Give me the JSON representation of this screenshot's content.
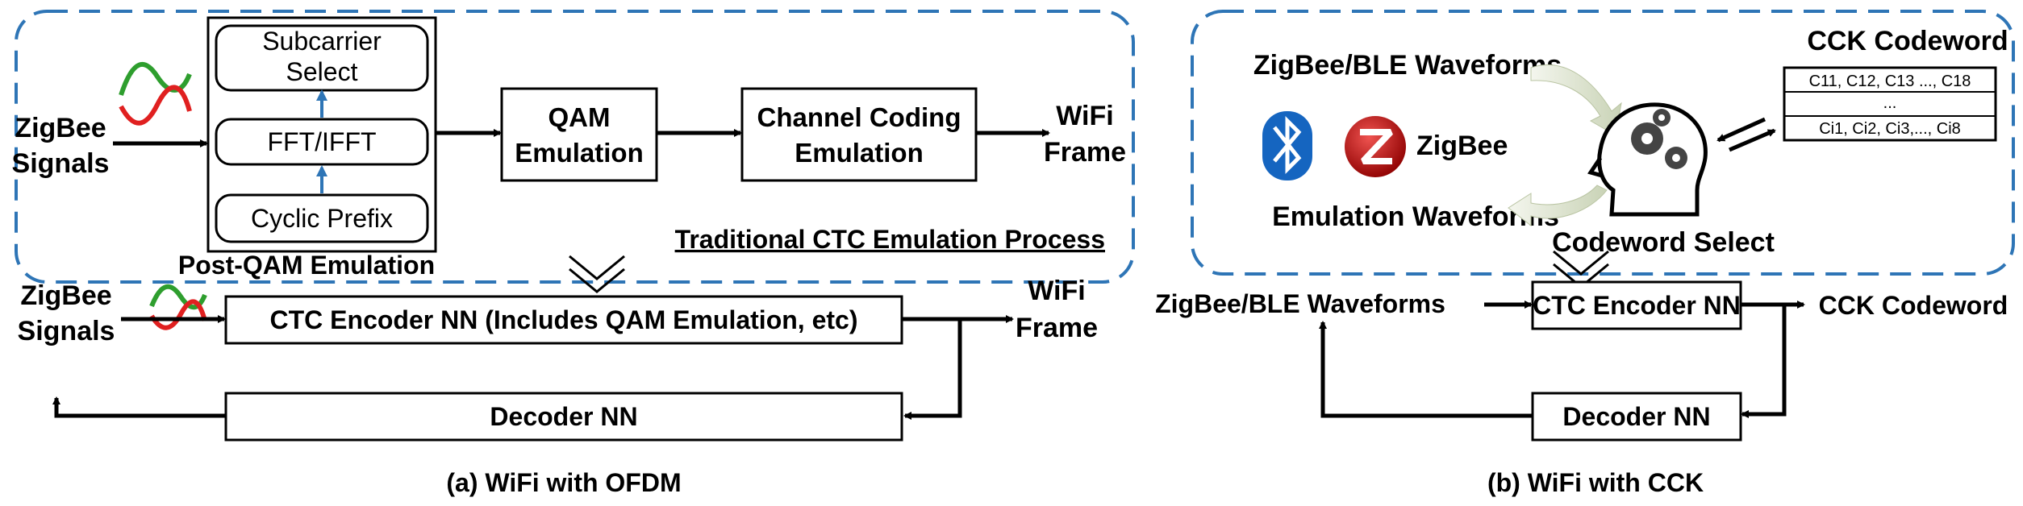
{
  "panel_a": {
    "input_signal": [
      "ZigBee",
      "Signals"
    ],
    "sub_blocks": {
      "subcarrier": [
        "Subcarrier",
        "Select"
      ],
      "fft": "FFT/IFFT",
      "cyclic": "Cyclic Prefix"
    },
    "post_qam_label": "Post-QAM Emulation",
    "qam": [
      "QAM",
      "Emulation"
    ],
    "channel": [
      "Channel Coding",
      "Emulation"
    ],
    "output": [
      "WiFi",
      "Frame"
    ],
    "process_label": "Traditional CTC Emulation Process",
    "nn_input": [
      "ZigBee",
      "Signals"
    ],
    "encoder": "CTC Encoder NN (Includes QAM Emulation, etc)",
    "decoder": "Decoder NN",
    "nn_output": [
      "WiFi",
      "Frame"
    ],
    "caption": "(a) WiFi with OFDM"
  },
  "panel_b": {
    "waveforms_in": "ZigBee/BLE Waveforms",
    "emulation_out": "Emulation Waveforms",
    "codeword_select": "Codeword Select",
    "cck_codeword_title": "CCK Codeword",
    "codeword_rows": [
      "C11, C12, C13 ..., C18",
      "...",
      "Ci1, Ci2, Ci3,..., Ci8"
    ],
    "logo_zigbee_text": "ZigBee",
    "nn_input": "ZigBee/BLE Waveforms",
    "encoder": "CTC Encoder NN",
    "decoder": "Decoder NN",
    "nn_output": "CCK Codeword",
    "caption": "(b) WiFi with CCK"
  },
  "colors": {
    "dashed_border": "#2e75b6",
    "bluetooth_blue": "#1565c0",
    "zigbee_red": "#c62828",
    "wave_green": "#2e9e2e",
    "wave_red": "#e02020"
  }
}
